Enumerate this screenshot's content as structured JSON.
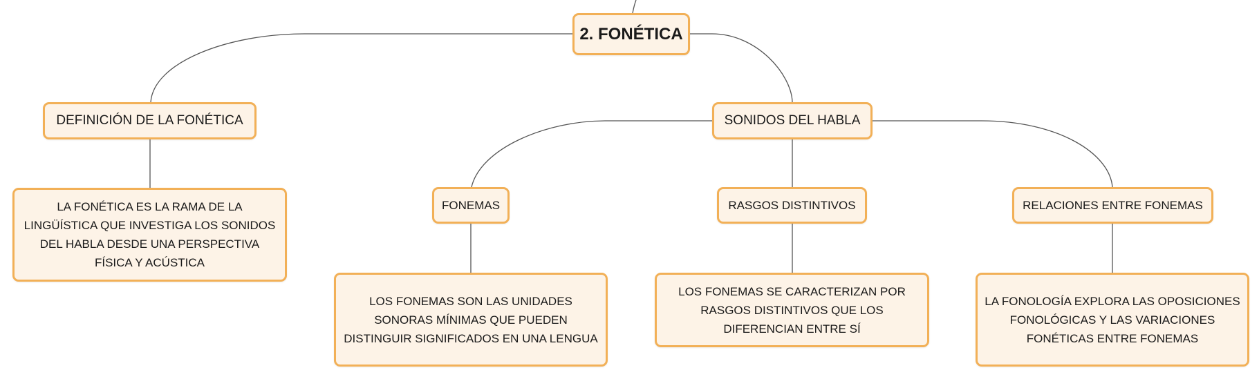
{
  "root": {
    "label": "2. FONÉTICA"
  },
  "definicion": {
    "label": "DEFINICIÓN DE LA FONÉTICA",
    "description": "LA FONÉTICA ES LA RAMA DE LA LINGÜÍSTICA QUE INVESTIGA LOS SONIDOS DEL HABLA DESDE UNA PERSPECTIVA FÍSICA Y ACÚSTICA"
  },
  "sonidos": {
    "label": "SONIDOS DEL HABLA",
    "children": [
      {
        "label": "FONEMAS",
        "description": "LOS FONEMAS SON LAS UNIDADES SONORAS MÍNIMAS QUE PUEDEN DISTINGUIR SIGNIFICADOS EN UNA LENGUA"
      },
      {
        "label": "RASGOS DISTINTIVOS",
        "description": "LOS FONEMAS SE CARACTERIZAN POR RASGOS DISTINTIVOS QUE LOS DIFERENCIAN ENTRE SÍ"
      },
      {
        "label": "RELACIONES ENTRE FONEMAS",
        "description": "LA FONOLOGÍA EXPLORA LAS OPOSICIONES FONOLÓGICAS Y LAS VARIACIONES FONÉTICAS ENTRE FONEMAS"
      }
    ]
  },
  "colors": {
    "node_fill": "#fdf3e7",
    "node_border": "#f2b057",
    "edge": "#555555"
  }
}
